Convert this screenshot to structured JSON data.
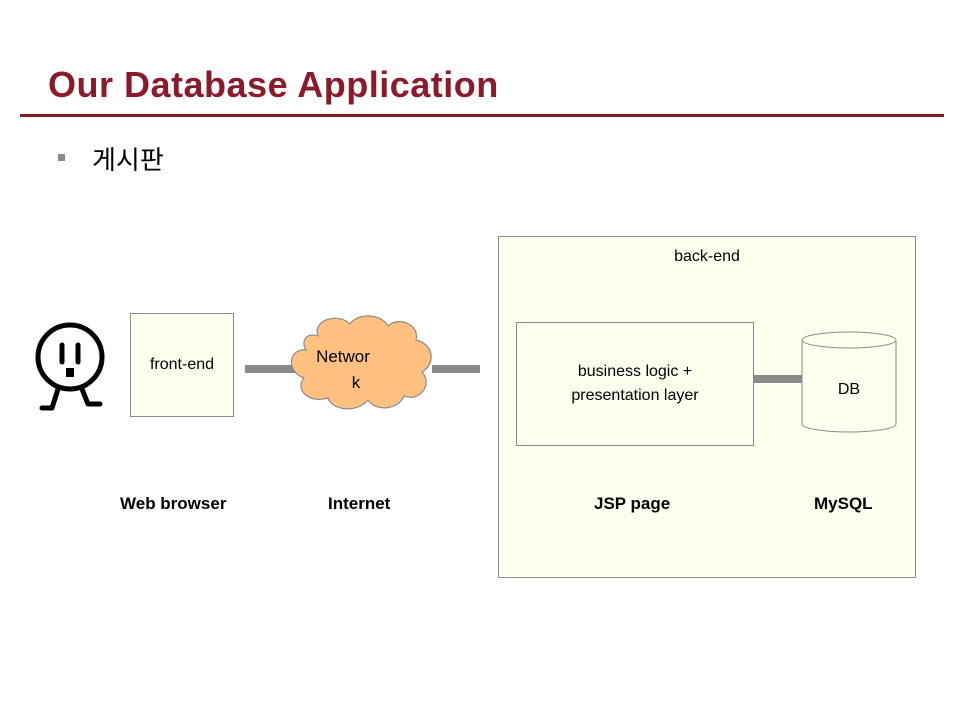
{
  "slide": {
    "title": "Our Database Application",
    "bullet": "게시판"
  },
  "diagram": {
    "front_end": "front-end",
    "network": {
      "line1": "Networ",
      "line2": "k"
    },
    "back_end": "back-end",
    "business_logic": "business logic +\npresentation layer",
    "db": "DB"
  },
  "labels": {
    "web_browser": "Web browser",
    "internet": "Internet",
    "jsp_page": "JSP page",
    "mysql": "MySQL"
  },
  "colors": {
    "title": "#8b1a2b",
    "box_fill": "#fffff0",
    "cloud_fill": "#ffc080",
    "connector": "#8a8a8a"
  }
}
